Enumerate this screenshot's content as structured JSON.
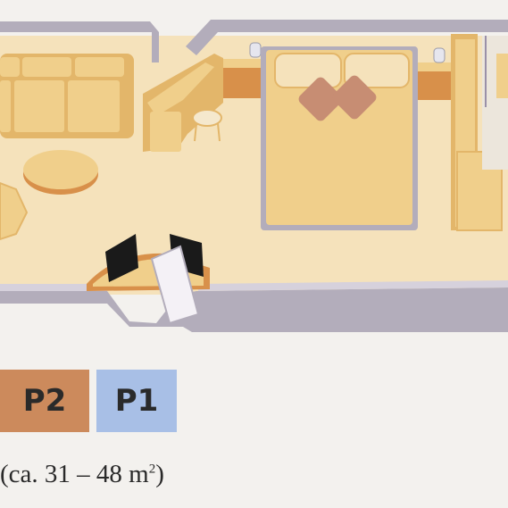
{
  "legend": [
    {
      "label": "P2",
      "color": "#cc8a5c"
    },
    {
      "label": "P1",
      "color": "#a8bfe6"
    }
  ],
  "area_note": {
    "prefix": "(ca. 31 – 48 m",
    "exponent": "2",
    "suffix": ")"
  },
  "colors": {
    "wall": "#b3adbb",
    "wall_top": "#d6d1dc",
    "floor": "#f5e2bb",
    "furniture": "#f0cf8b",
    "furniture_dark": "#e3b66a",
    "wood": "#d8904a",
    "pillow": "#c78d73",
    "monitor": "#1a1a1a"
  }
}
